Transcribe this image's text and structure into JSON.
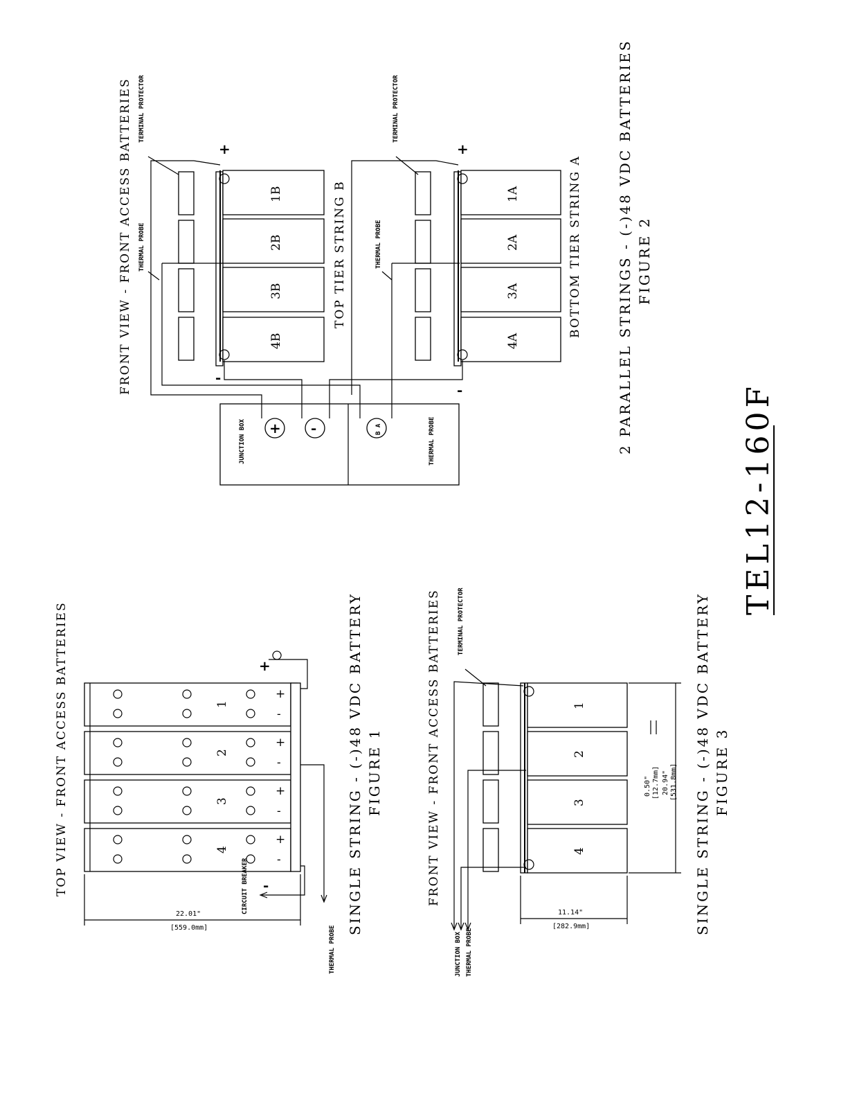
{
  "model": "TEL12-160F",
  "figure1": {
    "view_title": "TOP VIEW - FRONT ACCESS BATTERIES",
    "caption": "SINGLE STRING - (-)48 VDC BATTERY",
    "figure_label": "FIGURE 1",
    "cells": [
      "1",
      "2",
      "3",
      "4"
    ],
    "plus": "+",
    "minus": "-",
    "circuit_breaker_label": "CIRCUIT BREAKER",
    "thermal_probe_label": "THERMAL PROBE",
    "dimension_in": "22.01\"",
    "dimension_mm": "[559.0mm]"
  },
  "figure2": {
    "view_title": "FRONT VIEW - FRONT ACCESS BATTERIES",
    "caption": "2 PARALLEL STRINGS - (-)48 VDC BATTERIES",
    "figure_label": "FIGURE 2",
    "top_tier_label": "TOP TIER STRING B",
    "bottom_tier_label": "BOTTOM TIER STRING A",
    "string_b_cells": [
      "1B",
      "2B",
      "3B",
      "4B"
    ],
    "string_a_cells": [
      "1A",
      "2A",
      "3A",
      "4A"
    ],
    "terminal_protector_label": "TERMINAL PROTECTOR",
    "thermal_probe_label": "THERMAL PROBE",
    "junction_box_label": "JUNCTION BOX",
    "thermal_probe_box_label": "THERMAL PROBE",
    "probe_terminals": "B A",
    "plus": "+",
    "minus": "-"
  },
  "figure3": {
    "view_title": "FRONT VIEW - FRONT ACCESS BATTERIES",
    "caption": "SINGLE STRING - (-)48 VDC BATTERY",
    "figure_label": "FIGURE 3",
    "cells": [
      "1",
      "2",
      "3",
      "4"
    ],
    "terminal_protector_label": "TERMINAL PROTECTOR",
    "junction_box_label": "JUNCTION BOX",
    "thermal_probe_label": "THERMAL PROBE",
    "dim_gap_in": "0.50\"",
    "dim_gap_mm": "[12.7mm]",
    "dim_length_in": "20.94\"",
    "dim_length_mm": "[531.8mm]",
    "dim_width_in": "11.14\"",
    "dim_width_mm": "[282.9mm]",
    "plus": "+",
    "minus": "-"
  }
}
